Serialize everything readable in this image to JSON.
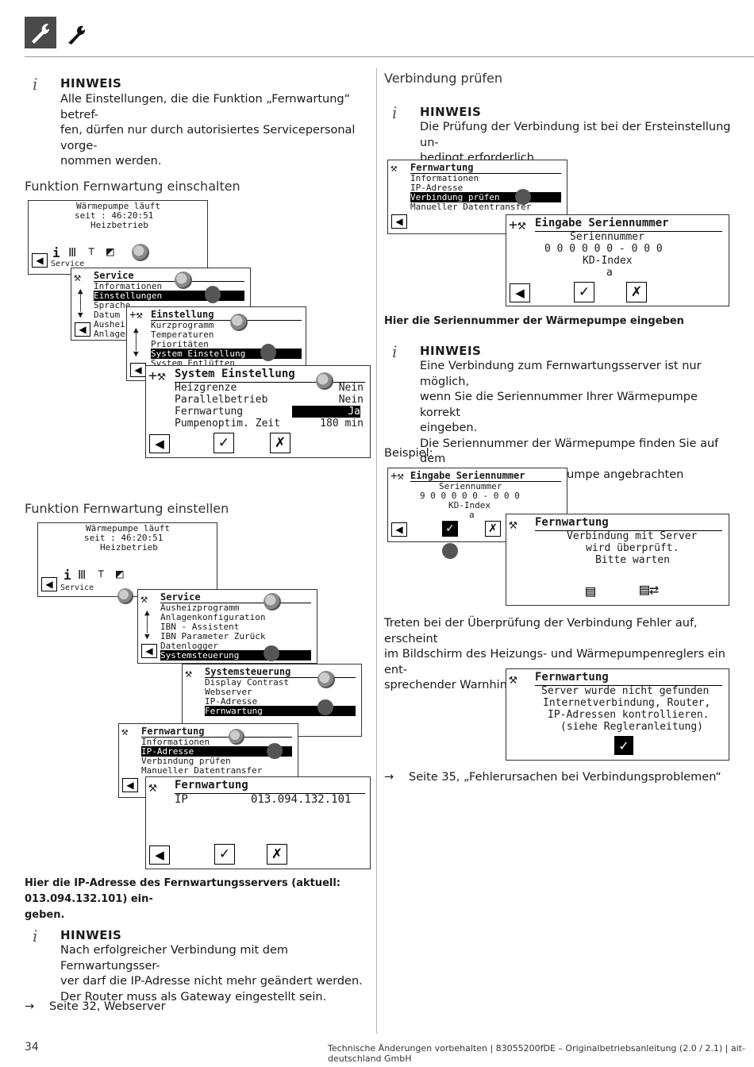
{
  "page_number": "34",
  "footer": "Technische Änderungen vorbehalten | 83055200fDE – Originalbetriebsanleitung (2.0 / 2.1) | ait-deutschland GmbH",
  "icons": {
    "note": "info-i-icon",
    "wrench": "wrench-icon",
    "arrow": "arrow-right-icon"
  },
  "left": {
    "note1": {
      "title": "HINWEIS",
      "lines": [
        "Alle Einstellungen, die die Funktion „Fernwartung“ betref-",
        "fen, dürfen nur durch autorisiertes Servicepersonal vorge-",
        "nommen werden."
      ]
    },
    "section1": "Funktion Fernwartung einschalten",
    "section2": "Funktion Fernwartung einstellen",
    "s1": {
      "home": {
        "l1": "Wärmepumpe läuft",
        "l2": "seit  : 46:20:51",
        "l3": "Heizbetrieb",
        "label": "Service"
      },
      "service": {
        "title": "Service",
        "items": [
          "Informationen",
          "Einstellungen",
          "Sprache",
          "Datum",
          "Ausheiz",
          "Anlagen"
        ]
      },
      "einstellung": {
        "title": "Einstellung",
        "items": [
          "Kurzprogramm",
          "Temperaturen",
          "Prioritäten",
          "System Einstellung",
          "System Entlüften"
        ]
      },
      "system": {
        "title": "System Einstellung",
        "rows": [
          [
            "Heizgrenze",
            "Nein"
          ],
          [
            "Parallelbetrieb",
            "Nein"
          ],
          [
            "Fernwartung",
            "Ja"
          ],
          [
            "Pumpenoptim. Zeit",
            "180 min"
          ]
        ]
      }
    },
    "s2": {
      "home": {
        "l1": "Wärmepumpe läuft",
        "l2": "seit  : 46:20:51",
        "l3": "Heizbetrieb",
        "label": "Service"
      },
      "service": {
        "title": "Service",
        "items": [
          "Ausheizprogramm",
          "Anlagenkonfiguration",
          "IBN - Assistent",
          "IBN Parameter Zurück",
          "Datenlogger",
          "Systemsteuerung"
        ]
      },
      "systemsteuerung": {
        "title": "Systemsteuerung",
        "items": [
          "Display Contrast",
          "Webserver",
          "IP-Adresse",
          "Fernwartung"
        ]
      },
      "fern": {
        "title": "Fernwartung",
        "items": [
          "Informationen",
          "IP-Adresse",
          "Verbindung prüfen",
          "Manueller Datentransfer"
        ]
      },
      "ip": {
        "title": "Fernwartung",
        "label": "IP",
        "value": "013.094.132.101"
      }
    },
    "caption": [
      "Hier die IP-Adresse des Fernwartungsservers (aktuell: 013.094.132.101) ein-",
      "geben."
    ],
    "note2": {
      "title": "HINWEIS",
      "lines": [
        "Nach erfolgreicher Verbindung mit dem Fernwartungsser-",
        "ver darf die IP-Adresse nicht mehr geändert werden.",
        "Der Router muss als Gateway eingestellt sein."
      ]
    },
    "ref": "Seite 32, Webserver"
  },
  "right": {
    "section": "Verbindung prüfen",
    "note1": {
      "title": "HINWEIS",
      "lines": [
        "Die Prüfung der Verbindung ist bei der Ersteinstellung un-",
        "bedingt erforderlich."
      ]
    },
    "fern": {
      "title": "Fernwartung",
      "items": [
        "Informationen",
        "IP-Adresse",
        "Verbindung prüfen",
        "Manueller Datentransfer"
      ]
    },
    "serial": {
      "title": "Eingabe Seriennummer",
      "l1": "Seriennummer",
      "digits": "0 0 0 0 0 0 - 0 0 0",
      "l3": "KD-Index",
      "l4": "a"
    },
    "caption": "Hier die Seriennummer der Wärmepumpe eingeben",
    "note2": {
      "title": "HINWEIS",
      "lines": [
        "Eine Verbindung zum Fernwartungsserver ist nur möglich,",
        "wenn Sie die Seriennummer Ihrer Wärmepumpe korrekt",
        "eingeben.",
        "Die Seriennummer der Wärmepumpe finden Sie auf dem",
        "am Gehäuse der Wärmepumpe angebrachten Typenschild."
      ]
    },
    "example_label": "Beispiel:",
    "serial2": {
      "title": "Eingabe Seriennummer",
      "l1": "Seriennummer",
      "digits": "9 0 0 0 0 0 - 0 0 0",
      "l3": "KD-Index",
      "l4": "a"
    },
    "check": {
      "title": "Fernwartung",
      "lines": [
        "Verbindung mit Server",
        "wird überprüft.",
        "Bitte warten"
      ]
    },
    "error_text": [
      "Treten bei der Überprüfung der Verbindung Fehler auf, erscheint",
      "im Bildschirm des Heizungs- und Wärmepumpenreglers ein ent-",
      "sprechender Warnhinweis:"
    ],
    "error": {
      "title": "Fernwartung",
      "lines": [
        "Server wurde nicht gefunden",
        "Internetverbindung, Router,",
        "IP-Adressen kontrollieren.",
        "(siehe Regleranleitung)"
      ]
    },
    "ref": "Seite 35, „Fehlerursachen bei Verbindungsproblemen“"
  }
}
